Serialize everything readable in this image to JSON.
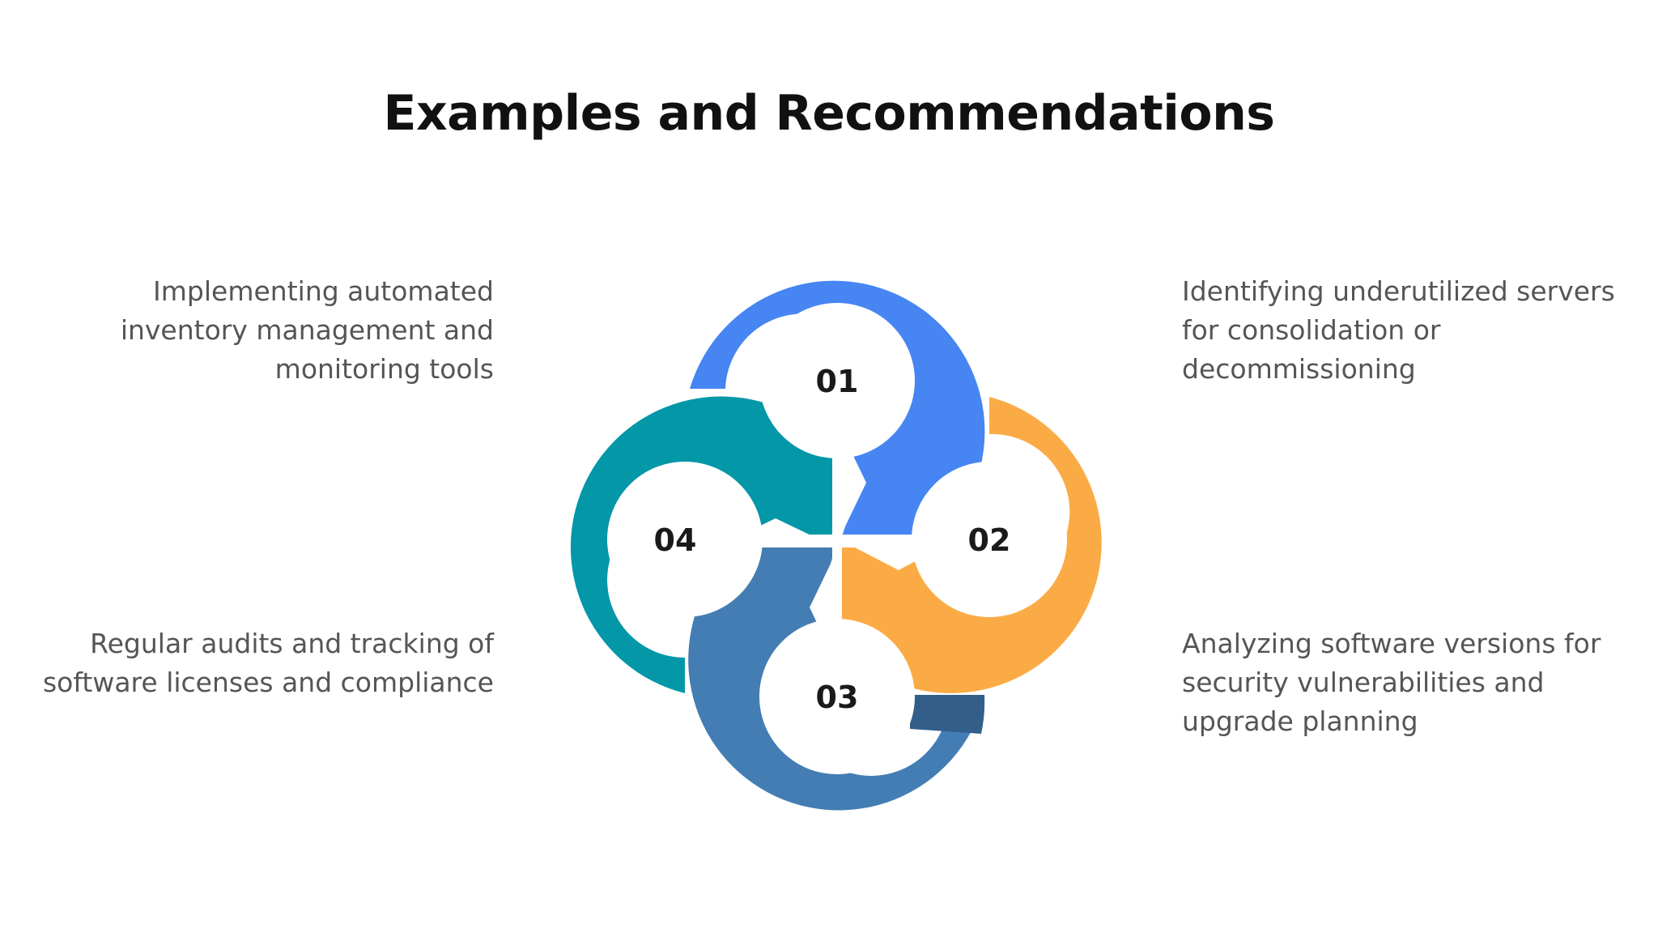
{
  "title": "Examples and Recommendations",
  "steps": [
    {
      "number": "01",
      "text": "Implementing automated inventory management and monitoring tools",
      "color": "#4685F2"
    },
    {
      "number": "02",
      "text": "Identifying underutilized servers for consolidation or decommissioning",
      "color": "#FBAB45"
    },
    {
      "number": "03",
      "text": "Analyzing software versions for security vulnerabilities and upgrade planning",
      "color": "#447DB3"
    },
    {
      "number": "04",
      "text": "Regular audits and tracking of software licenses and compliance",
      "color": "#0397A8"
    }
  ]
}
